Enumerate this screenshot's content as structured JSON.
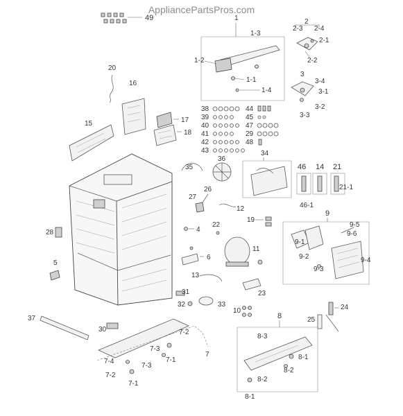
{
  "watermark": "AppliancePartsPros.com",
  "labels": {
    "l49": "49",
    "l1": "1",
    "l1_3": "1-3",
    "l1_2": "1-2",
    "l1_1": "1-1",
    "l1_4": "1-4",
    "l2": "2",
    "l2_3": "2-3",
    "l2_4": "2-4",
    "l2_1": "2-1",
    "l2_2": "2-2",
    "l3": "3",
    "l3_4": "3-4",
    "l3_1": "3-1",
    "l3_2": "3-2",
    "l3_3": "3-3",
    "l20": "20",
    "l16": "16",
    "l15": "15",
    "l17": "17",
    "l18": "18",
    "l38": "38",
    "l39": "39",
    "l40": "40",
    "l41": "41",
    "l42": "42",
    "l43": "43",
    "l44": "44",
    "l45": "45",
    "l47": "47",
    "l29": "29",
    "l48": "48",
    "l36": "36",
    "l35": "35",
    "l34": "34",
    "l46": "46",
    "l46_1": "46-1",
    "l14": "14",
    "l21": "21",
    "l21_1": "21-1",
    "l26": "26",
    "l27": "27",
    "l12": "12",
    "l19": "19",
    "l9": "9",
    "l28": "28",
    "l22": "22",
    "l4": "4",
    "l11": "11",
    "l6": "6",
    "l5": "5",
    "l13": "13",
    "l23": "23",
    "l31": "31",
    "l32": "32",
    "l33": "33",
    "l10": "10",
    "l8": "8",
    "l24": "24",
    "l25": "25",
    "l37": "37",
    "l30": "30",
    "l7": "7",
    "l7_2a": "7-2",
    "l7_3a": "7-3",
    "l7_1a": "7-1",
    "l7_4": "7-4",
    "l7_3b": "7-3",
    "l7_2b": "7-2",
    "l7_1b": "7-1",
    "l8_3": "8-3",
    "l8_1a": "8-1",
    "l8_2": "8-2",
    "l8_1b": "8-1",
    "l9_1": "9-1",
    "l9_2": "9-2",
    "l9_3": "9-3",
    "l9_4": "9-4",
    "l9_5": "9-5",
    "l9_6": "9-6"
  }
}
